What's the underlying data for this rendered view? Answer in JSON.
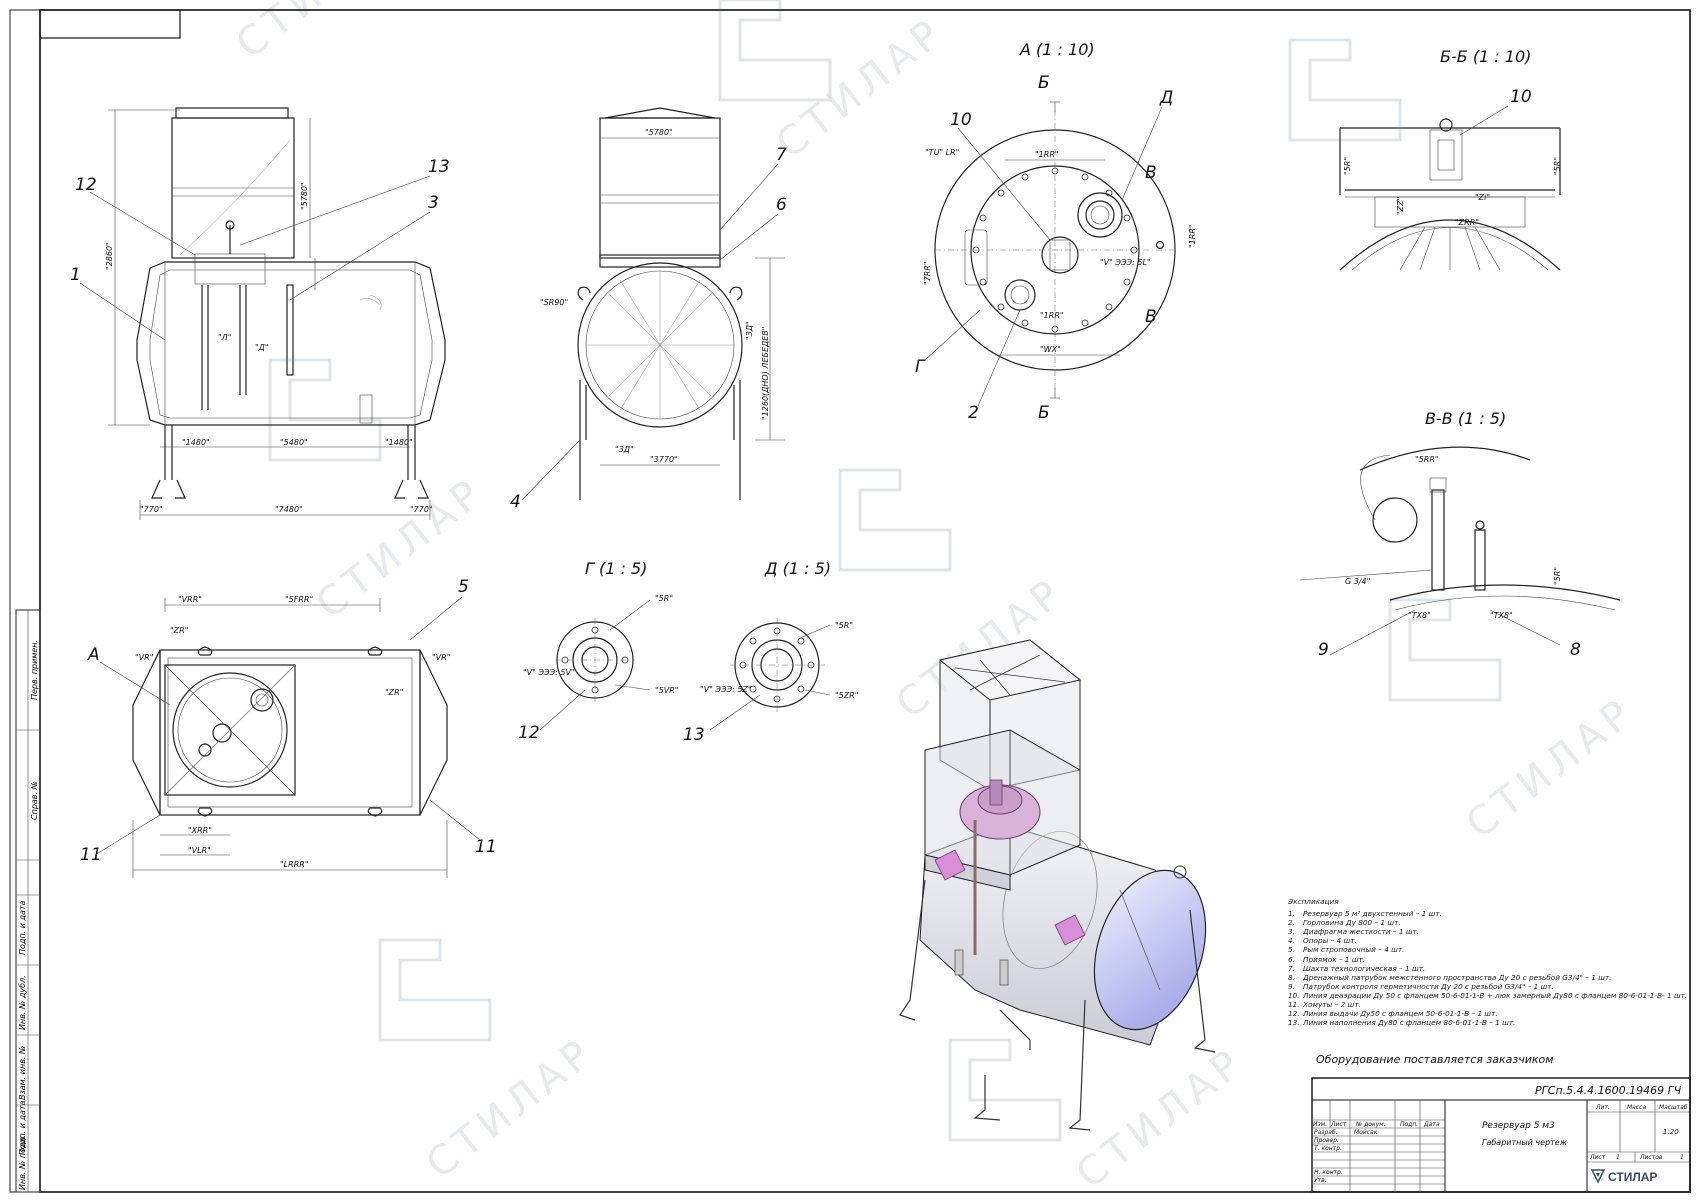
{
  "views": {
    "view_a_title": "А (1 : 10)",
    "view_bb_title": "Б-Б (1 : 10)",
    "view_vv_title": "В-В (1 : 5)",
    "view_g_title": "Г (1 : 5)",
    "view_d_title": "Д (1 : 5)"
  },
  "callouts": {
    "c1": "1",
    "c2": "2",
    "c3": "3",
    "c4": "4",
    "c5": "5",
    "c6": "6",
    "c7": "7",
    "c8": "8",
    "c9": "9",
    "c10a": "10",
    "c10b": "10",
    "c11a": "11",
    "c11b": "11",
    "c12a": "12",
    "c12b": "12",
    "c13a": "13",
    "c13b": "13",
    "sec_b_top": "Б",
    "sec_b_bot": "Б",
    "sec_v_top": "В",
    "sec_v_bot": "В",
    "det_d": "Д",
    "det_g": "Г",
    "det_a": "А"
  },
  "thread_label": "G 3/4\"",
  "side_stamp": {
    "primary_use": "Перв. примен.",
    "ref_no": "Справ. №",
    "sign_date_1": "Подп. и дата",
    "dup_no": "Инв. № дубл.",
    "vzam_no": "Взам. инв. №",
    "sign_date_2": "Подп. и дата",
    "orig_no": "Инв. № подл."
  },
  "legend": {
    "heading": "Экспликация",
    "items": [
      {
        "n": "1.",
        "text": "Резервуар 5 м³ двухстенный – 1 шт."
      },
      {
        "n": "2.",
        "text": "Горловина Ду 800 – 1 шт."
      },
      {
        "n": "3.",
        "text": "Диафрагма жесткости – 1 шт."
      },
      {
        "n": "4.",
        "text": "Опоры – 4 шт."
      },
      {
        "n": "5.",
        "text": "Рым строповочный – 4 шт."
      },
      {
        "n": "6.",
        "text": "Приямок – 1 шт."
      },
      {
        "n": "7.",
        "text": "Шахта технологическая – 1 шт."
      },
      {
        "n": "8.",
        "text": "Дренажный патрубок межстенного пространства Ду 20 с резьбой G3/4\" – 1 шт."
      },
      {
        "n": "9.",
        "text": "Патрубок контроля герметичности Ду 20 с резьбой G3/4\" – 1 шт."
      },
      {
        "n": "10.",
        "text": "Линия деаэрации Ду 50 с фланцем 50-6-01-1-В + люк замерный Ду80 с фланцем 80-6-01-1-В- 1 шт."
      },
      {
        "n": "11.",
        "text": "Хомуты – 2 шт."
      },
      {
        "n": "12.",
        "text": "Линия выдачи Ду50 с фланцем 50-6-01-1-В – 1 шт."
      },
      {
        "n": "13.",
        "text": "Линия наполнения Ду80 с фланцем 80-6-01-1-В – 1 шт."
      }
    ]
  },
  "supplied_note": "Оборудование поставляется заказчиком",
  "title_block": {
    "doc_code": "РГСп.5.4.4.1600.19469 ГЧ",
    "name_line1": "Резервуар 5 м3",
    "name_line2": "Габаритный чертеж",
    "col_izm": "Изм.",
    "col_list": "Лист",
    "col_doc": "№ докум.",
    "col_podp": "Подп.",
    "col_data": "Дата",
    "row_razrab": "Разраб.",
    "row_razrab_name": "Мойсак",
    "row_prov": "Провер.",
    "row_tkontr": "Т. контр.",
    "row_nkontr": "Н. контр.",
    "row_utv": "Утв.",
    "lit_hdr": "Лит.",
    "mass_hdr": "Масса",
    "scale_hdr": "Масштаб",
    "scale_val": "1:20",
    "sheet_lbl": "Лист",
    "sheet_val": "1",
    "sheets_lbl": "Листов",
    "sheets_val": "1",
    "company": "СТИЛАР"
  },
  "watermark_text": "СТИЛАР"
}
